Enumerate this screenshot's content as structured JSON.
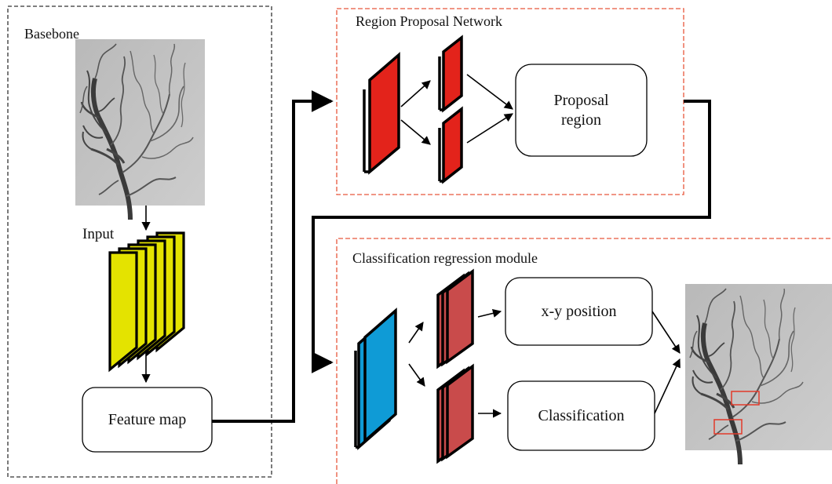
{
  "panels": {
    "backbone": {
      "title": "Basebone"
    },
    "rpn": {
      "title": "Region Proposal Network"
    },
    "crm": {
      "title": "Classification regression module"
    }
  },
  "labels": {
    "input": "Input",
    "feature_map": "Feature map",
    "proposal_region": "Proposal\nregion",
    "xy_position": "x-y position",
    "classification": "Classification"
  },
  "colors": {
    "frame_backbone": "#333333",
    "frame_modules": "#e8583c",
    "input_layers": "#e4e300",
    "rpn_layers": "#e3231b",
    "crm_input_layers": "#0f9bd6",
    "crm_output_layers": "#c94b4b",
    "detection_boxes": "#e23a2a"
  }
}
